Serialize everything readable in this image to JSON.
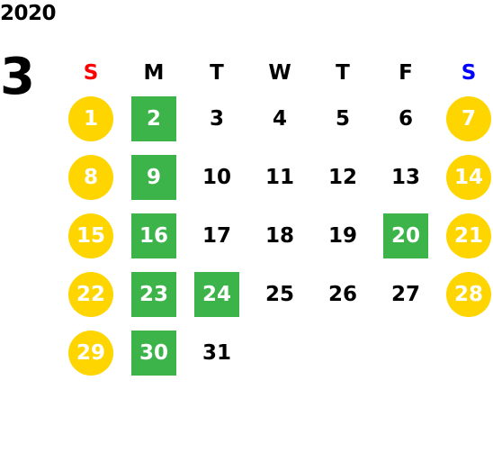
{
  "year": "2020",
  "month": "3",
  "colors": {
    "sunday_label": "#ff0000",
    "saturday_label": "#0000ff",
    "weekend_circle": "#ffd500",
    "highlight_square": "#3cb44a"
  },
  "weekdays": [
    {
      "label": "S",
      "color": "#ff0000"
    },
    {
      "label": "M",
      "color": "#000000"
    },
    {
      "label": "T",
      "color": "#000000"
    },
    {
      "label": "W",
      "color": "#000000"
    },
    {
      "label": "T",
      "color": "#000000"
    },
    {
      "label": "F",
      "color": "#000000"
    },
    {
      "label": "S",
      "color": "#0000ff"
    }
  ],
  "weeks": [
    [
      {
        "day": "1",
        "style": "weekend"
      },
      {
        "day": "2",
        "style": "holiday"
      },
      {
        "day": "3",
        "style": "normal"
      },
      {
        "day": "4",
        "style": "normal"
      },
      {
        "day": "5",
        "style": "normal"
      },
      {
        "day": "6",
        "style": "normal"
      },
      {
        "day": "7",
        "style": "weekend"
      }
    ],
    [
      {
        "day": "8",
        "style": "weekend"
      },
      {
        "day": "9",
        "style": "holiday"
      },
      {
        "day": "10",
        "style": "normal"
      },
      {
        "day": "11",
        "style": "normal"
      },
      {
        "day": "12",
        "style": "normal"
      },
      {
        "day": "13",
        "style": "normal"
      },
      {
        "day": "14",
        "style": "weekend"
      }
    ],
    [
      {
        "day": "15",
        "style": "weekend"
      },
      {
        "day": "16",
        "style": "holiday"
      },
      {
        "day": "17",
        "style": "normal"
      },
      {
        "day": "18",
        "style": "normal"
      },
      {
        "day": "19",
        "style": "normal"
      },
      {
        "day": "20",
        "style": "holiday"
      },
      {
        "day": "21",
        "style": "weekend"
      }
    ],
    [
      {
        "day": "22",
        "style": "weekend"
      },
      {
        "day": "23",
        "style": "holiday"
      },
      {
        "day": "24",
        "style": "holiday"
      },
      {
        "day": "25",
        "style": "normal"
      },
      {
        "day": "26",
        "style": "normal"
      },
      {
        "day": "27",
        "style": "normal"
      },
      {
        "day": "28",
        "style": "weekend"
      }
    ],
    [
      {
        "day": "29",
        "style": "weekend"
      },
      {
        "day": "30",
        "style": "holiday"
      },
      {
        "day": "31",
        "style": "normal"
      },
      {
        "day": "",
        "style": "empty"
      },
      {
        "day": "",
        "style": "empty"
      },
      {
        "day": "",
        "style": "empty"
      },
      {
        "day": "",
        "style": "empty"
      }
    ]
  ]
}
